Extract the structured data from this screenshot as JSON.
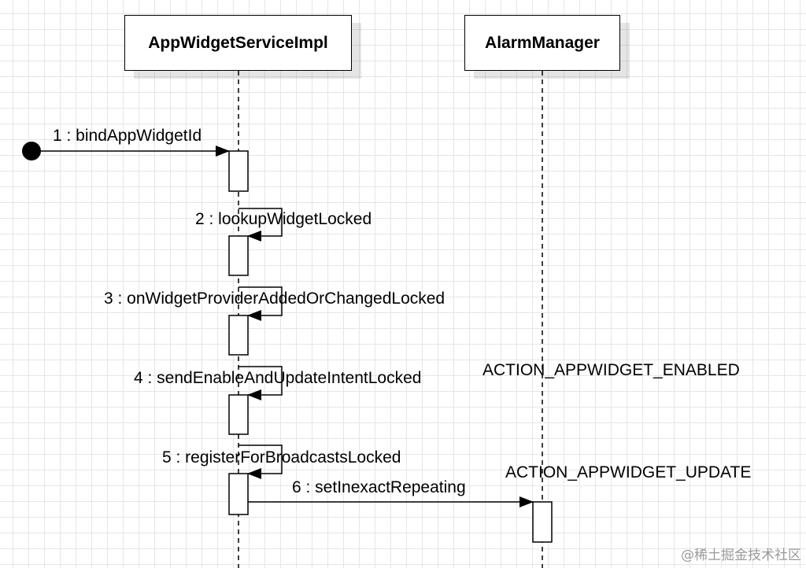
{
  "participants": [
    {
      "name": "AppWidgetServiceImpl"
    },
    {
      "name": "AlarmManager"
    }
  ],
  "messages": [
    {
      "label": "1 : bindAppWidgetId"
    },
    {
      "label": "2 : lookupWidgetLocked"
    },
    {
      "label": "3 : onWidgetProviderAddedOrChangedLocked"
    },
    {
      "label": "4 : sendEnableAndUpdateIntentLocked"
    },
    {
      "label": "5 : registerForBroadcastsLocked"
    },
    {
      "label": "6 : setInexactRepeating"
    }
  ],
  "notes": {
    "enabled": "ACTION_APPWIDGET_ENABLED",
    "update": "ACTION_APPWIDGET_UPDATE"
  },
  "watermark": "@稀土掘金技术社区"
}
